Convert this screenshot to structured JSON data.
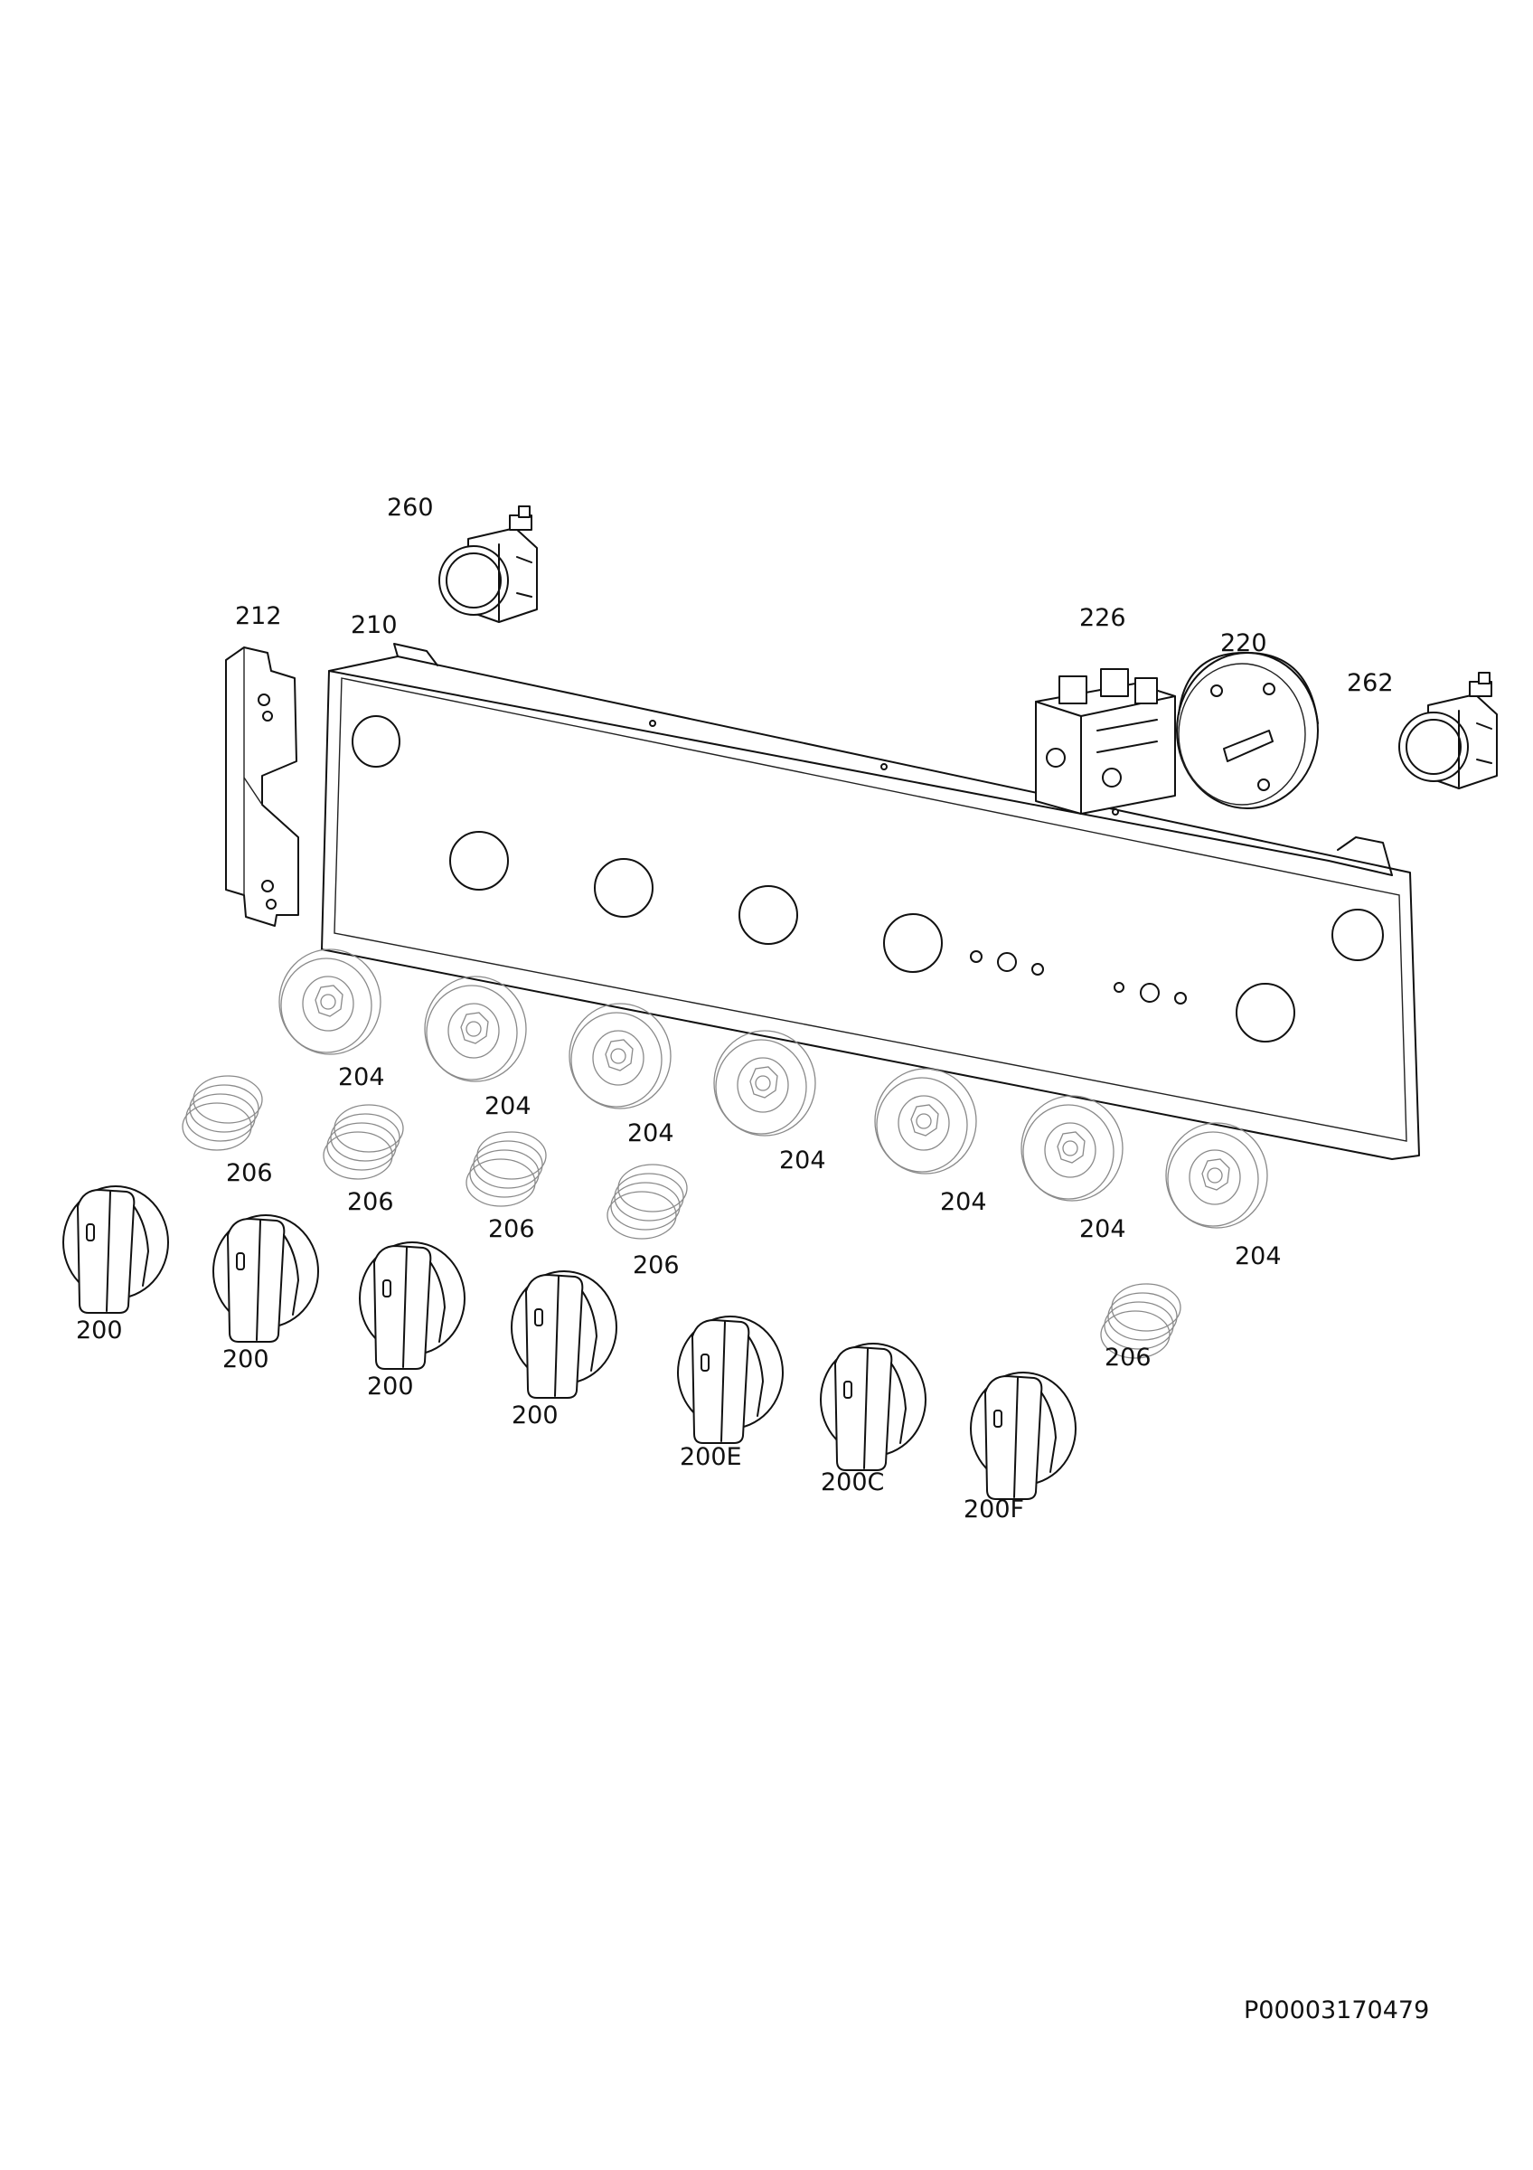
{
  "labels": {
    "l260": "260",
    "l212": "212",
    "l210": "210",
    "l226": "226",
    "l220": "220",
    "l262": "262",
    "l204a": "204",
    "l204b": "204",
    "l204c": "204",
    "l204d": "204",
    "l204e": "204",
    "l204f": "204",
    "l204g": "204",
    "l206a": "206",
    "l206b": "206",
    "l206c": "206",
    "l206d": "206",
    "l206e": "206",
    "l200a": "200",
    "l200b": "200",
    "l200c": "200",
    "l200d": "200",
    "l200E": "200E",
    "l200C": "200C",
    "l200F": "200F"
  },
  "drawing_code": "P00003170479"
}
